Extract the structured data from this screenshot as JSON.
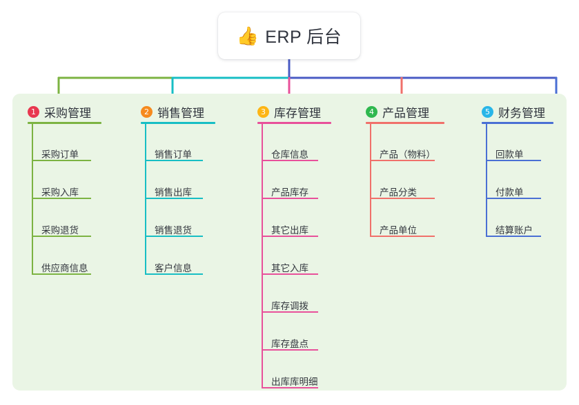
{
  "title": {
    "emoji": "👍",
    "emoji_name": "thumbs-up-icon",
    "text": "ERP 后台"
  },
  "colors": {
    "panel_bg": "#eaf5e5",
    "page_bg": "#ffffff",
    "trunk": "#4a5bc4",
    "bar_green": "#7cb342",
    "bar_teal": "#17bec4",
    "bar_blue": "#4a5bc4",
    "title_text": "#31353f",
    "leaf_text": "#34383f"
  },
  "columns": [
    {
      "index": "1",
      "badge_color": "#e8384f",
      "accent": "#7cb342",
      "title": "采购管理",
      "items": [
        "采购订单",
        "采购入库",
        "采购退货",
        "供应商信息"
      ]
    },
    {
      "index": "2",
      "badge_color": "#f68a1e",
      "accent": "#17bec4",
      "title": "销售管理",
      "items": [
        "销售订单",
        "销售出库",
        "销售退货",
        "客户信息"
      ]
    },
    {
      "index": "3",
      "badge_color": "#fdb515",
      "accent": "#e martial",
      "title": "库存管理",
      "items": [
        "仓库信息",
        "产品库存",
        "其它出库",
        "其它入库",
        "库存调拨",
        "库存盘点",
        "出库库明细"
      ]
    },
    {
      "index": "4",
      "badge_color": "#2fb84f",
      "accent": "#f0706a",
      "title": "产品管理",
      "items": [
        "产品（物料）",
        "产品分类",
        "产品单位"
      ]
    },
    {
      "index": "5",
      "badge_color": "#29b6e8",
      "accent": "#4a6fd4",
      "title": "财务管理",
      "items": [
        "回款单",
        "付款单",
        "结算账户"
      ]
    }
  ]
}
